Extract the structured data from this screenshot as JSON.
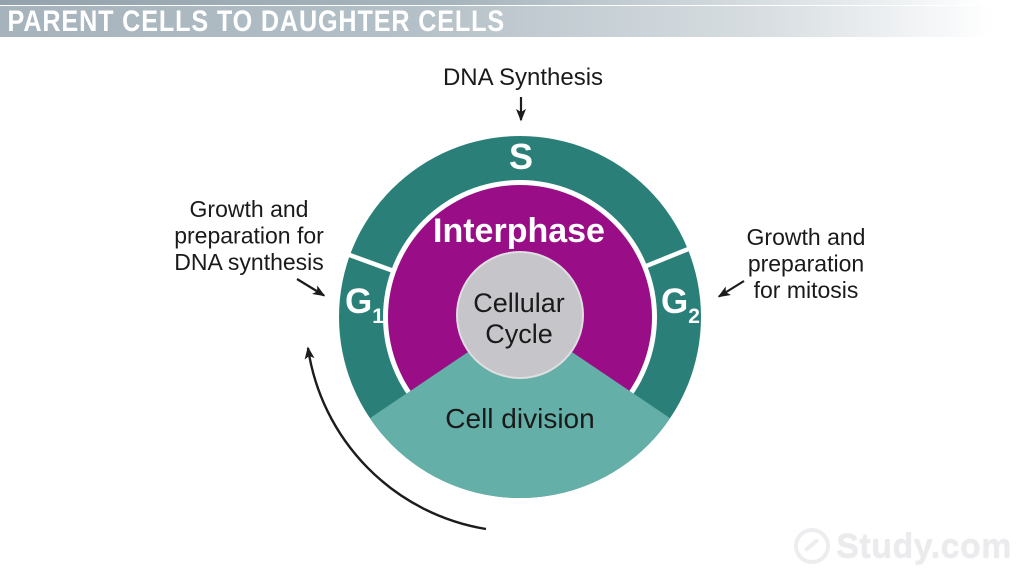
{
  "banner": {
    "title": "PARENT CELLS TO DAUGHTER CELLS"
  },
  "annotations": {
    "top": "DNA Synthesis",
    "left": {
      "line1": "Growth and",
      "line2": "preparation for",
      "line3": "DNA synthesis"
    },
    "right": {
      "line1": "Growth and",
      "line2": "preparation",
      "line3": "for mitosis"
    }
  },
  "cycle": {
    "phase_s": "S",
    "phase_g1": {
      "base": "G",
      "sub": "1"
    },
    "phase_g2": {
      "base": "G",
      "sub": "2"
    },
    "interphase": "Interphase",
    "center": {
      "line1": "Cellular",
      "line2": "Cycle"
    },
    "division": "Cell division"
  },
  "watermark": {
    "text": "Study.com"
  },
  "colors": {
    "ring_teal": "#2A8078",
    "division_teal": "#64AFA7",
    "interphase_purple": "#990E87",
    "center_gray": "#C6C6CA",
    "banner_gray_blue": "#A6B3BC",
    "banner_stripe": "#93A3AD",
    "arrow_black": "#1C1C1C",
    "text_dark": "#1A1A1A",
    "text_white": "#FFFFFF"
  }
}
